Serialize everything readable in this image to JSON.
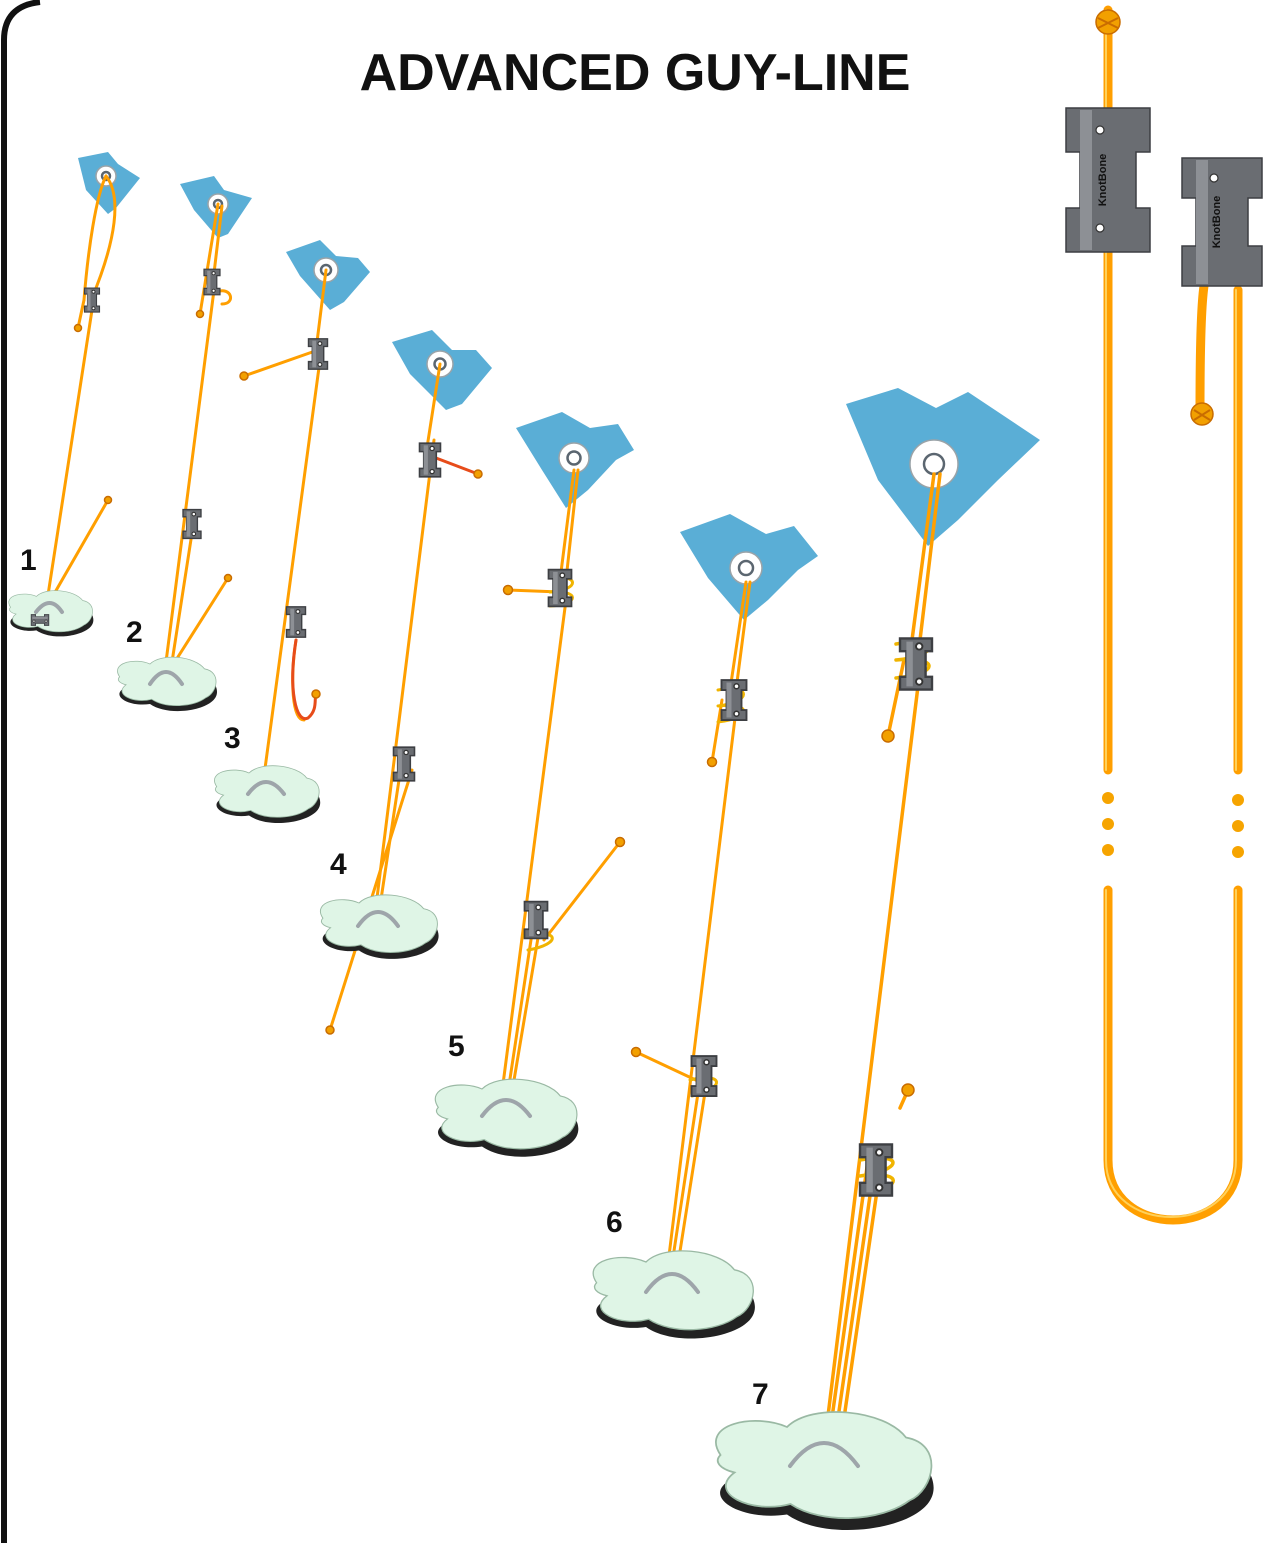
{
  "title": "ADVANCED  GUY-LINE",
  "steps": [
    {
      "number": "1"
    },
    {
      "number": "2"
    },
    {
      "number": "3"
    },
    {
      "number": "4"
    },
    {
      "number": "5"
    },
    {
      "number": "6"
    },
    {
      "number": "7"
    }
  ],
  "brand_label": "KnotBone",
  "colors": {
    "tarp": "#5aaed6",
    "cord": "#ff9f00",
    "cord_accent": "#e74c1a",
    "ground": "#dff5e6",
    "device": "#6a6d72"
  },
  "icons": [
    "tarp-icon",
    "grommet-icon",
    "knotbone-device-icon",
    "guy-line-icon",
    "ground-stake-icon"
  ]
}
